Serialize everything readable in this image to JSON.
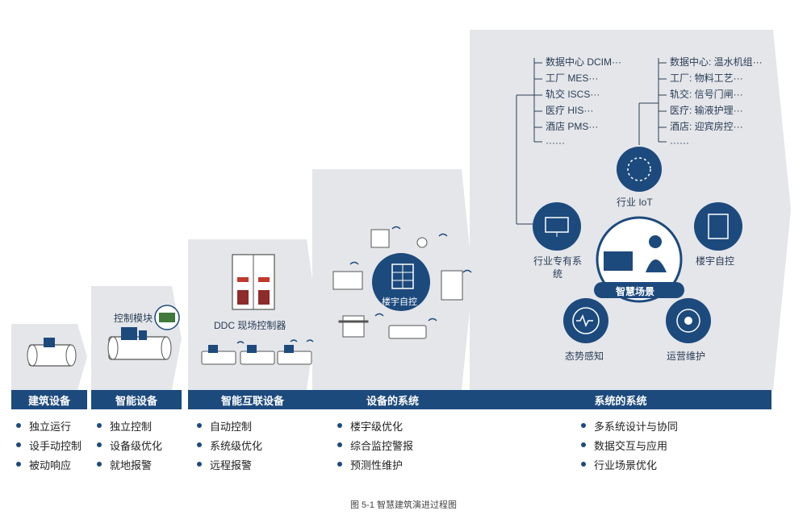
{
  "stages": [
    {
      "title": "建筑设备",
      "points": [
        "独立运行",
        "设手动控制",
        "被动响应"
      ]
    },
    {
      "title": "智能设备",
      "points": [
        "独立控制",
        "设备级优化",
        "就地报警"
      ]
    },
    {
      "title": "智能互联设备",
      "points": [
        "自动控制",
        "系统级优化",
        "远程报警"
      ]
    },
    {
      "title": "设备的系统",
      "points": [
        "楼宇级优化",
        "综合监控警报",
        "预测性维护"
      ]
    },
    {
      "title": "系统的系统",
      "points": [
        "多系统设计与协同",
        "数据交互与应用",
        "行业场景优化"
      ]
    }
  ],
  "labels": {
    "control_module": "控制模块",
    "ddc": "DDC 现场控制器",
    "bas_center": "楼宇自控",
    "iot": "行业 IoT",
    "industry_system": "行业专有系统",
    "bas": "楼宇自控",
    "smart_scene": "智慧场景",
    "situation": "态势感知",
    "operation": "运营维护"
  },
  "tree_left": [
    "数据中心 DCIM···",
    "工厂 MES···",
    "轨交 ISCS···",
    "医疗 HIS···",
    "酒店 PMS···",
    "······"
  ],
  "tree_right": [
    "数据中心: 温水机组···",
    "工厂: 物料工艺···",
    "轨交: 信号门闸···",
    "医疗: 输液护理···",
    "酒店: 迎宾房控···",
    "······"
  ],
  "caption": "图 5-1 智慧建筑演进过程图",
  "colors": {
    "accent": "#1d4a7d",
    "panel": "#e4e6ea",
    "text": "#2b3d55"
  }
}
